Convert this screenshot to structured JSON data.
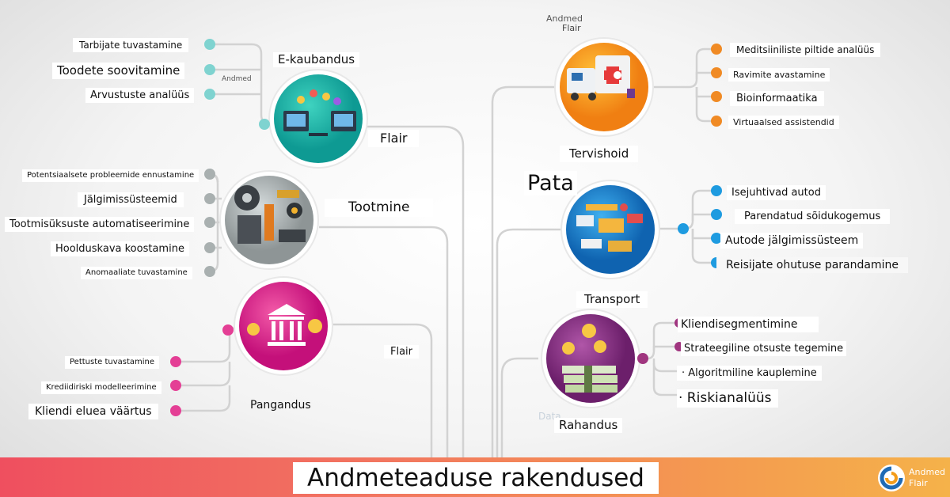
{
  "title": "Andmeteaduse rakendused",
  "left": {
    "ecommerce": {
      "label": "E-kaubandus",
      "tag": "Flair",
      "items": [
        "Tarbijate tuvastamine",
        "Toodete soovitamine",
        "Arvustuste analüüs"
      ]
    },
    "manufacturing": {
      "label": "Tootmine",
      "items": [
        "Potentsiaalsete probleemide ennustamine",
        "Jälgimissüsteemid",
        "Tootmisüksuste automatiseerimine",
        "Hoolduskava koostamine",
        "Anomaaliate tuvastamine"
      ]
    },
    "banking": {
      "label": "Pangandus",
      "items": [
        "Pettuste tuvastamine",
        "Krediidiriski modelleerimine",
        "Kliendi eluea väärtus"
      ]
    }
  },
  "right": {
    "healthcare": {
      "label": "Tervishoid",
      "items": [
        "Meditsiiniliste piltide analüüs",
        "Ravimite avastamine",
        "Bioinformaatika",
        "Virtuaalsed assistendid"
      ]
    },
    "transport": {
      "label": "Transport",
      "tag": "Pata",
      "items": [
        "Isejuhtivad autod",
        "Parendatud sõidukogemus",
        "Autode jälgimissüsteem",
        "Reisijate ohutuse parandamine"
      ]
    },
    "finance": {
      "label": "Rahandus",
      "items": [
        "Kliendisegmentimine",
        "Strateegiline otsuste tegemine",
        "· Algoritmiline kauplemine",
        "· Riskianalüüs"
      ]
    }
  },
  "watermark": {
    "line1": "Andmed",
    "line2": "Flair",
    "alt1": "Data",
    "banking_tag": "Flair"
  },
  "colors": {
    "ecommerce": "#7fd3d0",
    "manufacturing": "#a9b0b0",
    "banking": "#e43f95",
    "healthcare": "#f08a24",
    "transport": "#1e9be0",
    "finance": "#a0357f",
    "footer_start": "#ef4f5f",
    "footer_end": "#f5b24a"
  }
}
